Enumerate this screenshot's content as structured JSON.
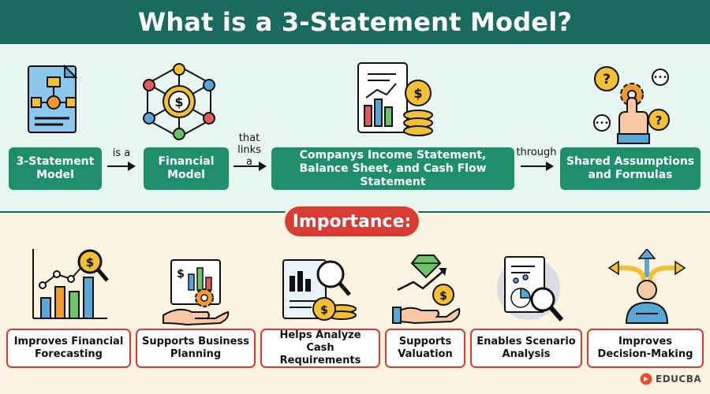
{
  "title": "What is a 3-Statement Model?",
  "flow": {
    "boxes": [
      "3-Statement Model",
      "Financial Model",
      "Companys Income Statement, Balance Sheet, and Cash Flow Statement",
      "Shared Assumptions and Formulas"
    ],
    "connectors": [
      "is a",
      "that links a",
      "through"
    ]
  },
  "importance_label": "Importance:",
  "importance_items": [
    "Improves Financial Forecasting",
    "Supports Business Planning",
    "Helps Analyze Cash Requirements",
    "Supports Valuation",
    "Enables Scenario Analysis",
    "Improves Decision-Making"
  ],
  "brand": "EDUCBA",
  "colors": {
    "header": "#1b6a60",
    "flow_box": "#1e8e6d",
    "accent_red": "#d83a34",
    "top_bg": "#e7f6f3",
    "bottom_bg": "#fdf3e1"
  },
  "icons": [
    "flowchart-document-icon",
    "dollar-network-icon",
    "financial-report-coins-icon",
    "idea-gears-hand-icon",
    "growth-chart-magnifier-icon",
    "business-plan-hand-icon",
    "cash-analysis-icon",
    "valuation-diamond-icon",
    "scenario-analysis-icon",
    "decision-arrows-icon"
  ]
}
